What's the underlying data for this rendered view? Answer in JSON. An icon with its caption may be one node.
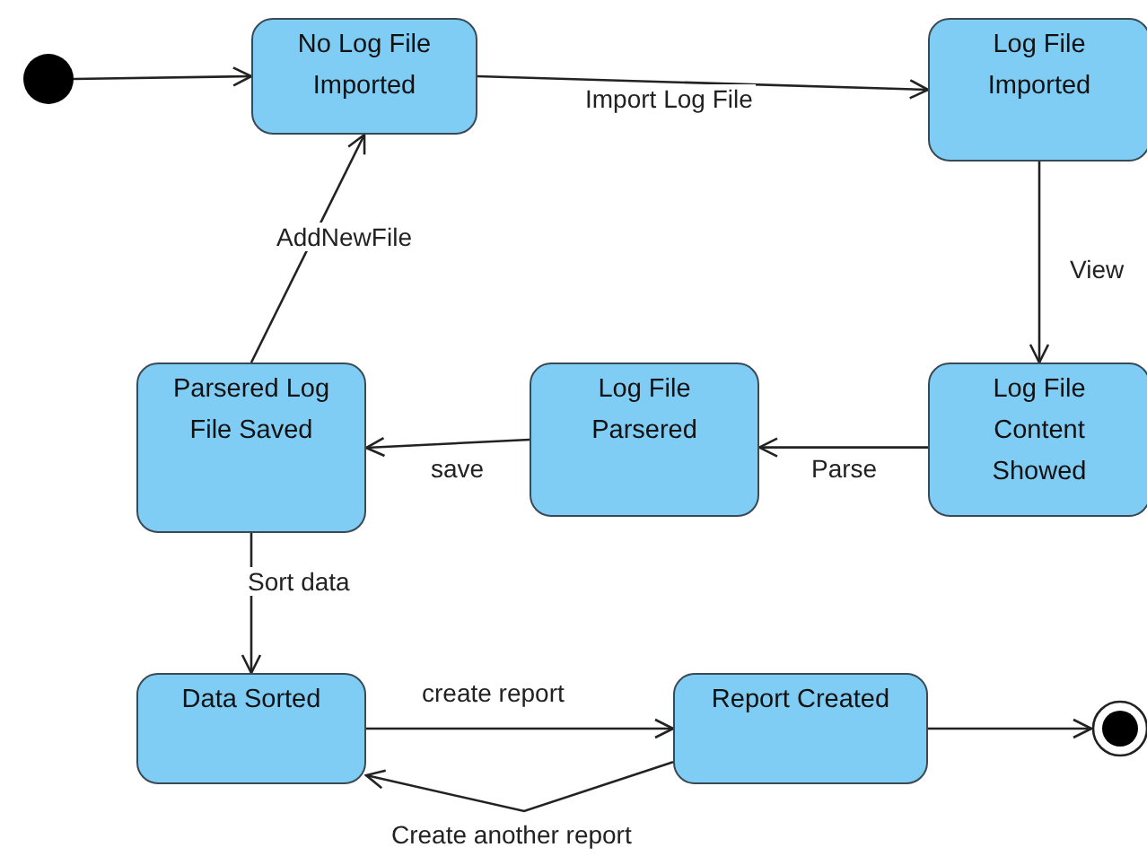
{
  "diagram": {
    "nodes": [
      {
        "text": [],
        "shape": "circle"
      },
      {
        "text": [
          "No Log File Imported"
        ]
      },
      {
        "text": [
          "Log File Imported"
        ]
      },
      {
        "text": [
          "Log File Content Showed"
        ]
      },
      {
        "text": [
          "Log File Parsered"
        ]
      },
      {
        "text": [
          "Parsered Log File Saved"
        ]
      },
      {
        "text": [
          "Data Sorted"
        ]
      },
      {
        "text": [
          "Report Created"
        ]
      },
      {
        "text": [],
        "shape": "target"
      }
    ],
    "edges": [
      {
        "from": 0,
        "to": 1,
        "arrow": "to"
      },
      {
        "from": 1,
        "to": 2,
        "arrow": "to",
        "label": "Import Log File"
      },
      {
        "from": 2,
        "to": 3,
        "arrow": "to",
        "label": "View"
      },
      {
        "from": 3,
        "to": 4,
        "arrow": "to",
        "label": "Parse"
      },
      {
        "from": 4,
        "to": 5,
        "arrow": "to",
        "label": "save"
      },
      {
        "from": 5,
        "to": 1,
        "arrow": "to",
        "label": "AddNewFile"
      },
      {
        "from": 5,
        "to": 6,
        "arrow": "to",
        "label": "Sort data"
      },
      {
        "from": 6,
        "to": 7,
        "arrow": "to",
        "label": "create report"
      },
      {
        "from": 7,
        "to": 6,
        "arrow": "to",
        "label": "Create another report"
      },
      {
        "from": 7,
        "to": 8,
        "arrow": "to"
      }
    ]
  }
}
